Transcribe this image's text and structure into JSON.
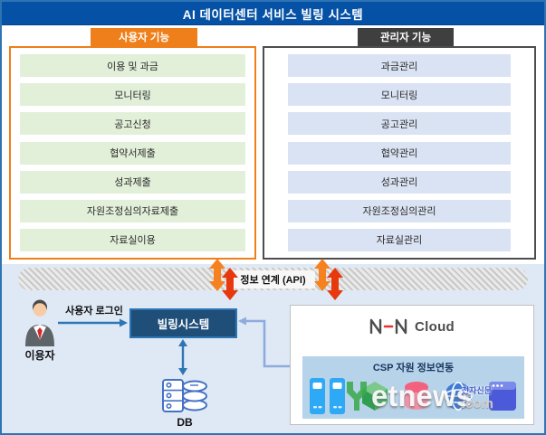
{
  "header": {
    "title": "AI 데이터센터 서비스 빌링 시스템"
  },
  "panels": {
    "user": {
      "tab": "사용자 기능",
      "items": [
        "이용 및 과금",
        "모니터링",
        "공고신청",
        "협약서제출",
        "성과제출",
        "자원조정심의자료제출",
        "자료실이용"
      ]
    },
    "admin": {
      "tab": "관리자 기능",
      "items": [
        "과금관리",
        "모니터링",
        "공고관리",
        "협약관리",
        "성과관리",
        "자원조정심의관리",
        "자료실관리"
      ]
    }
  },
  "api_bar": {
    "label": "정보 연계 (API)"
  },
  "flow": {
    "user_label": "이용자",
    "login_label": "사용자 로그인",
    "billing_label": "빌링시스템",
    "db_label": "DB"
  },
  "cloud": {
    "logo_word": "Cloud",
    "csp_title": "CSP 자원 정보연동",
    "csp_icons": [
      "server-tower-icon",
      "server-tower-icon",
      "package-icon",
      "database-icon",
      "globe-icon",
      "browser-icon"
    ]
  },
  "watermark": {
    "text": "etnews",
    "badge": "전자신문",
    "suffix": ".com"
  },
  "colors": {
    "header_bg": "#0551A5",
    "user_accent": "#EF7F1A",
    "admin_accent": "#3F3F3F",
    "user_item_bg": "#E2EFD9",
    "admin_item_bg": "#DAE3F3",
    "bottom_bg": "#DEE9F5",
    "billing_bg": "#1F4E79",
    "arrow_blue": "#2E75B6",
    "connector_blue": "#8FAADC",
    "csp_panel_bg": "#B7D3EA",
    "red_arrow": "#E8380D",
    "orange_arrow": "#F5821F"
  }
}
